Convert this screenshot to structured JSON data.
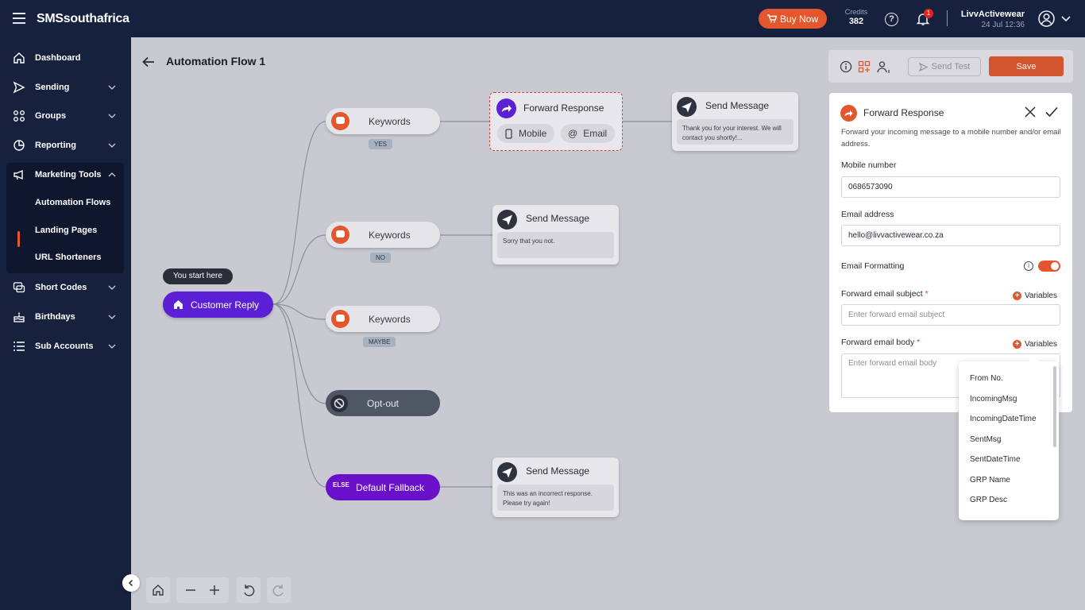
{
  "header": {
    "brand": "SMSsouthafrica",
    "buy_now": "Buy Now",
    "credits_label": "Credits",
    "credits_value": "382",
    "notification_count": "1",
    "user_name": "LivvActivewear",
    "user_date": "24 Jul 12:36"
  },
  "sidebar": {
    "dashboard": "Dashboard",
    "sending": "Sending",
    "groups": "Groups",
    "reporting": "Reporting",
    "marketing_tools": "Marketing Tools",
    "automation_flows": "Automation Flows",
    "landing_pages": "Landing Pages",
    "url_shorteners": "URL Shorteners",
    "short_codes": "Short Codes",
    "birthdays": "Birthdays",
    "sub_accounts": "Sub Accounts"
  },
  "page": {
    "title": "Automation Flow 1"
  },
  "flow": {
    "start_tip": "You start here",
    "customer_reply": "Customer Reply",
    "kw1": {
      "label": "Keywords",
      "tag": "YES"
    },
    "kw2": {
      "label": "Keywords",
      "tag": "NO"
    },
    "kw3": {
      "label": "Keywords",
      "tag": "MAYBE"
    },
    "optout": "Opt-out",
    "fallback_prefix": "ELSE",
    "fallback": "Default Fallback",
    "forward": {
      "title": "Forward Response",
      "chip_mobile": "Mobile",
      "chip_email": "Email"
    },
    "msg_yes": {
      "title": "Send Message",
      "body": "Thank you for your interest. We will contact you shortly!..."
    },
    "msg_no": {
      "title": "Send Message",
      "body": "Sorry that you not."
    },
    "msg_else": {
      "title": "Send Message",
      "body": "This was an incorrect response. Please try again!"
    }
  },
  "toolbar": {
    "send_test": "Send Test",
    "save": "Save"
  },
  "panel": {
    "title": "Forward Response",
    "description": "Forward your incoming message to a mobile number and/or email address.",
    "mobile_label": "Mobile number",
    "mobile_value": "0686573090",
    "email_label": "Email address",
    "email_value": "hello@livvactivewear.co.za",
    "formatting_label": "Email Formatting",
    "formatting_on": true,
    "subject_label": "Forward email subject",
    "subject_placeholder": "Enter forward email subject",
    "body_label": "Forward email body",
    "body_placeholder": "Enter forward email body",
    "required_mark": "*",
    "variables": "Variables"
  },
  "variables_menu": [
    "From No.",
    "IncomingMsg",
    "IncomingDateTime",
    "SentMsg",
    "SentDateTime",
    "GRP Name",
    "GRP Desc"
  ],
  "colors": {
    "accent": "#e4572e",
    "primary_purple": "#5b1fd6",
    "navy": "#16213e"
  }
}
